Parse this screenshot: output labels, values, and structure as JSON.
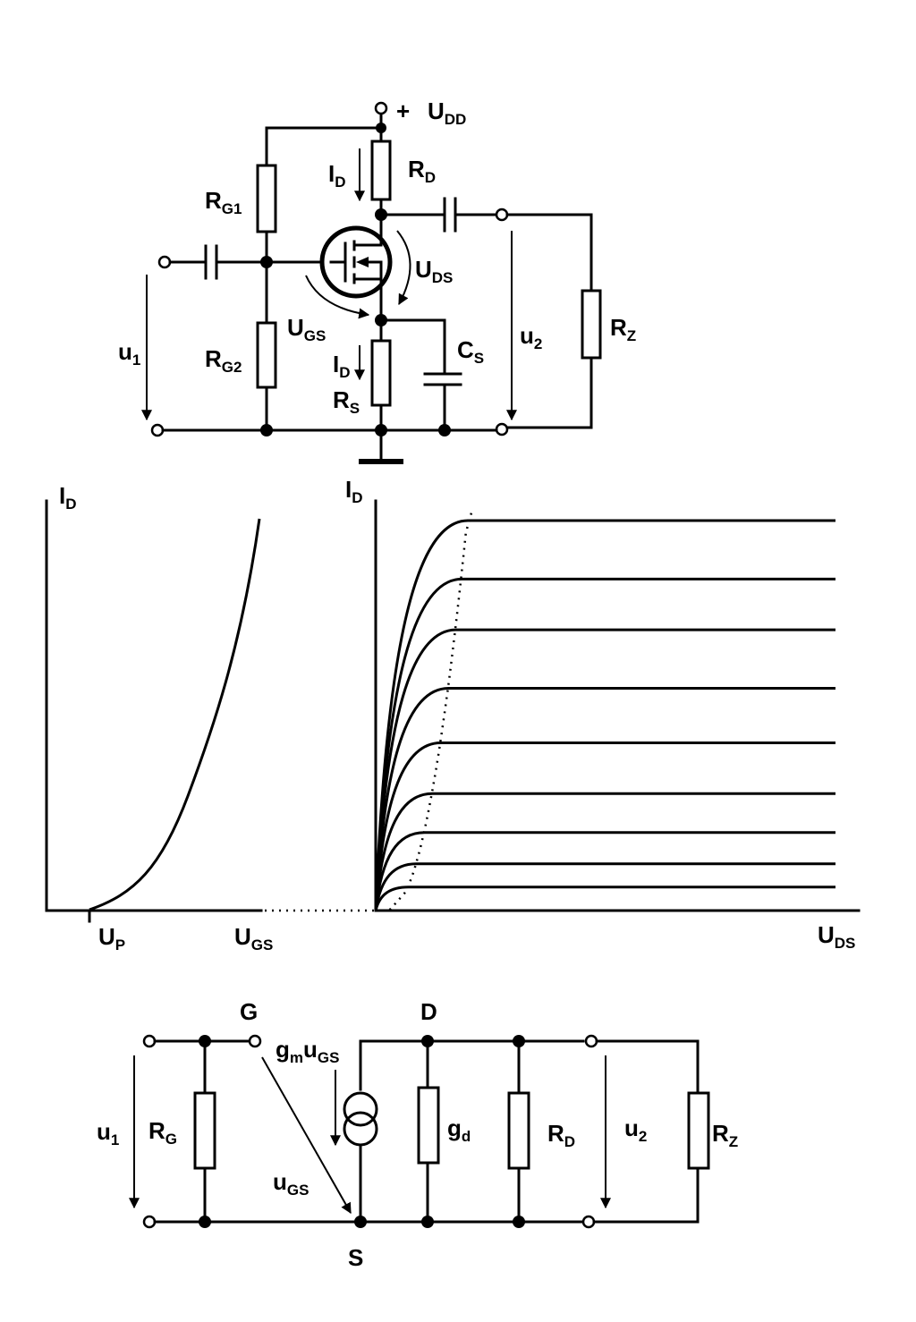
{
  "amplifier": {
    "udd": {
      "main": "U",
      "sub": "DD",
      "plus": "+"
    },
    "rg1": {
      "main": "R",
      "sub": "G1"
    },
    "rg2": {
      "main": "R",
      "sub": "G2"
    },
    "rd": {
      "main": "R",
      "sub": "D"
    },
    "rs": {
      "main": "R",
      "sub": "S"
    },
    "cs": {
      "main": "C",
      "sub": "S"
    },
    "rz": {
      "main": "R",
      "sub": "Z"
    },
    "id_top": {
      "main": "I",
      "sub": "D"
    },
    "id_bottom": {
      "main": "I",
      "sub": "D"
    },
    "uds": {
      "main": "U",
      "sub": "DS"
    },
    "ugs": {
      "main": "U",
      "sub": "GS"
    },
    "u1": {
      "main": "u",
      "sub": "1"
    },
    "u2": {
      "main": "u",
      "sub": "2"
    }
  },
  "transfer_plot": {
    "ylabel": {
      "main": "I",
      "sub": "D"
    },
    "up": {
      "main": "U",
      "sub": "P"
    },
    "xlabel": {
      "main": "U",
      "sub": "GS"
    }
  },
  "output_plot": {
    "ylabel": {
      "main": "I",
      "sub": "D"
    },
    "xlabel": {
      "main": "U",
      "sub": "DS"
    },
    "curve_levels": [
      0.0,
      0.06,
      0.12,
      0.2,
      0.3,
      0.43,
      0.57,
      0.72,
      0.85,
      1.0
    ]
  },
  "small_signal": {
    "g": "G",
    "d": "D",
    "s": "S",
    "gm_ugs": {
      "g": "g",
      "m": "m",
      "u": "u",
      "gs": "GS"
    },
    "u1": {
      "main": "u",
      "sub": "1"
    },
    "rg": {
      "main": "R",
      "sub": "G"
    },
    "ugs": {
      "main": "u",
      "sub": "GS"
    },
    "gd": {
      "main": "g",
      "sub": "d"
    },
    "rd": {
      "main": "R",
      "sub": "D"
    },
    "u2": {
      "main": "u",
      "sub": "2"
    },
    "rz": {
      "main": "R",
      "sub": "Z"
    }
  }
}
